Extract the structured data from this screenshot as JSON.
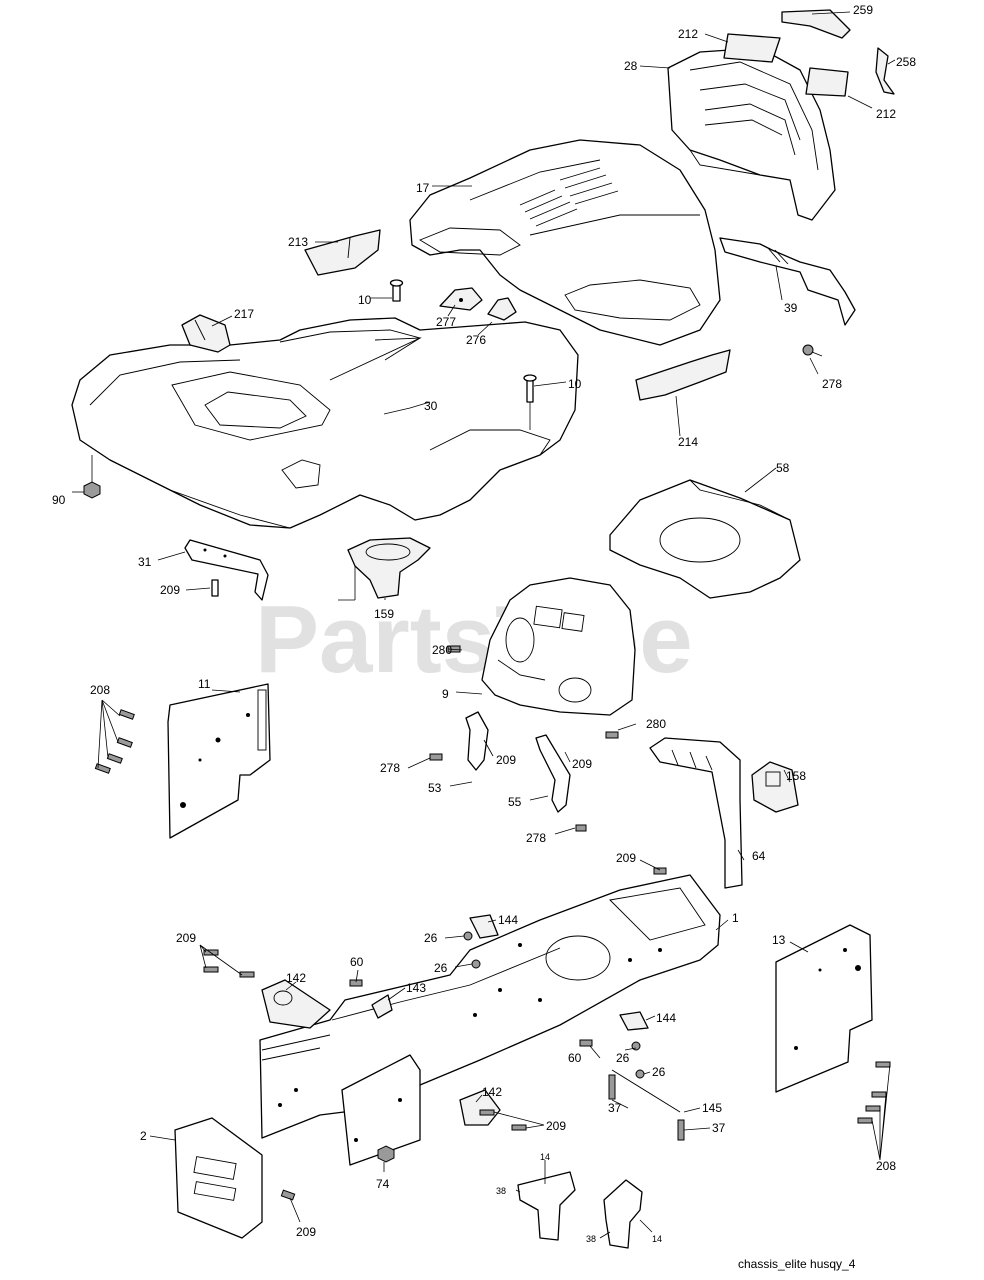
{
  "watermark": "PartsTree",
  "caption": "chassis_elite husqy_4",
  "callouts": {
    "c259": "259",
    "c212a": "212",
    "c258": "258",
    "c28": "28",
    "c212b": "212",
    "c17": "17",
    "c213": "213",
    "c39": "39",
    "c10a": "10",
    "c277": "277",
    "c276": "276",
    "c217": "217",
    "c278a": "278",
    "c10b": "10",
    "c30": "30",
    "c214": "214",
    "c90": "90",
    "c58": "58",
    "c31": "31",
    "c209a": "209",
    "c159": "159",
    "c280a": "280",
    "c9": "9",
    "c208a": "208",
    "c11": "11",
    "c280b": "280",
    "c278b": "278",
    "c209b": "209",
    "c53": "53",
    "c209c": "209",
    "c55": "55",
    "c158": "158",
    "c278c": "278",
    "c209d": "209",
    "c64": "64",
    "c144a": "144",
    "c1": "1",
    "c26a": "26",
    "c13": "13",
    "c209e": "209",
    "c26b": "26",
    "c60a": "60",
    "c142a": "142",
    "c143": "143",
    "c144b": "144",
    "c60b": "60",
    "c26c": "26",
    "c26d": "26",
    "c142b": "142",
    "c37a": "37",
    "c145": "145",
    "c209f": "209",
    "c2": "2",
    "c37b": "37",
    "c208b": "208",
    "c74": "74",
    "c14a": "14",
    "c38a": "38",
    "c209g": "209",
    "c38b": "38",
    "c14b": "14"
  }
}
